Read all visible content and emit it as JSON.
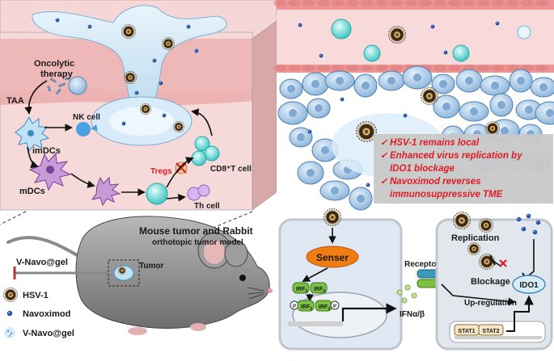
{
  "labels": {
    "oncolytic_line1": "Oncolytic",
    "oncolytic_line2": "therapy",
    "taa": "TAA",
    "nk_cell": "NK cell",
    "imdcs": "imDCs",
    "mdcs": "mDCs",
    "tregs": "Tregs",
    "cd8_t_cell": "CD8⁺T cell",
    "th_cell": "Th cell",
    "model_line1": "Mouse tumor and Rabbit",
    "model_line2": "orthotopic tumor model",
    "v_navo_gel_pointer": "V-Navo@gel",
    "tumor": "Tumor",
    "senser": "Senser",
    "irf": "IRF",
    "irf_sub": "3",
    "phospho": "P",
    "receptor": "Receptor",
    "ifn": "IFNα/β",
    "replication": "Replication",
    "blockage": "Blockage",
    "ido1": "IDO1",
    "up_regulation": "Up-regulation",
    "stat1": "STAT1",
    "stat2": "STAT2"
  },
  "legend": [
    {
      "label": "HSV-1",
      "icon": "hsv1-virus-icon"
    },
    {
      "label": "Navoximod",
      "icon": "navoximod-dot-icon"
    },
    {
      "label": "V-Navo@gel",
      "icon": "gel-speckle-icon"
    }
  ],
  "findings": [
    "HSV-1 remains local",
    "Enhanced virus replication by",
    "IDO1 blockage",
    "Navoximod reverses",
    "immunosuppressive TME"
  ],
  "colors": {
    "tissue_pink": "#f3c9c9",
    "tissue_dark": "#e8a0a0",
    "gel_blue": "#cfe6f5",
    "cell_blue": "#a9cbe8",
    "vessel_red": "#f19a9a",
    "navoximod": "#1f4fa8",
    "senser": "#f07c12",
    "irf_green": "#7ac143",
    "accent_red": "#e01b24",
    "mouse_gray": "#8e8e8e"
  }
}
